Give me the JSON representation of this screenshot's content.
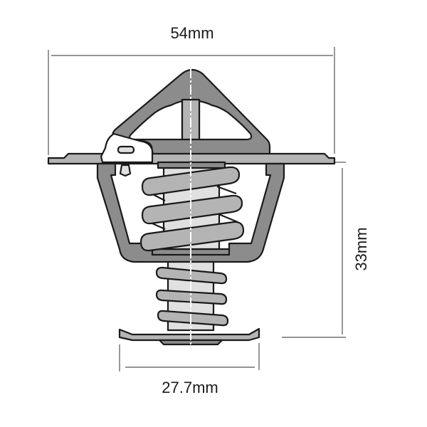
{
  "diagram": {
    "subject": "Engine thermostat cross-section",
    "dimensions": {
      "flange_width": "54mm",
      "body_height": "33mm",
      "base_width": "27.7mm"
    },
    "colors": {
      "background": "#ffffff",
      "outline": "#1a1a1a",
      "dark_fill": "#8c8c8c",
      "mid_fill": "#b4b4b4",
      "light_fill": "#e0e0e0",
      "dimension_line": "#555555"
    }
  }
}
